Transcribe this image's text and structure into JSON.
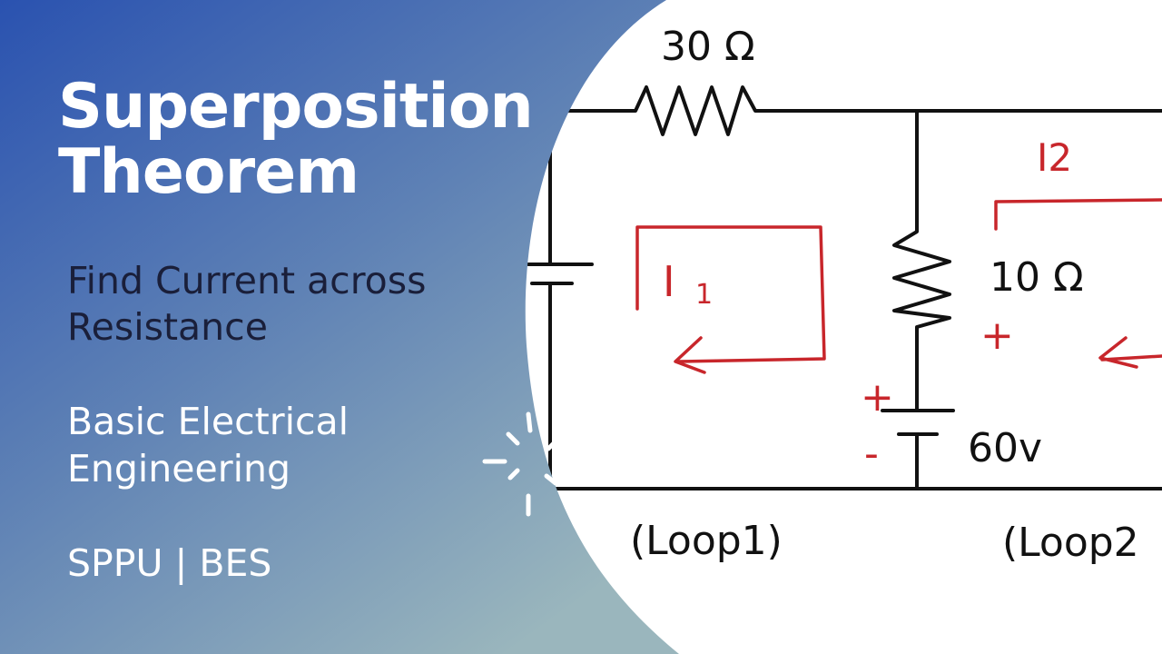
{
  "title": {
    "line1": "Superposition",
    "line2": "Theorem"
  },
  "subtitle": {
    "line1": "Find Current across",
    "line2": "Resistance"
  },
  "course": {
    "line1": "Basic Electrical",
    "line2": "Engineering"
  },
  "tag": "SPPU | BES",
  "circuit": {
    "resistor_top_label": "30 Ω",
    "resistor_mid_label": "10 Ω",
    "source_label": "60v",
    "plus_sign": "+",
    "minus_sign": "-",
    "loop1_current": "I",
    "loop1_current_sub": "1",
    "loop2_current": "I2",
    "loop1_label": "(Loop1)",
    "loop2_label": "(Loop2"
  },
  "colors": {
    "gradient_top_left": "#2a52b0",
    "gradient_mid": "#5f82b5",
    "gradient_bottom": "#9ab6bd",
    "title_text": "#ffffff",
    "subtitle_text": "#1a1f3a",
    "wire": "#111111",
    "current_annotation": "#c8262b",
    "sparkle": "#ffffff"
  }
}
